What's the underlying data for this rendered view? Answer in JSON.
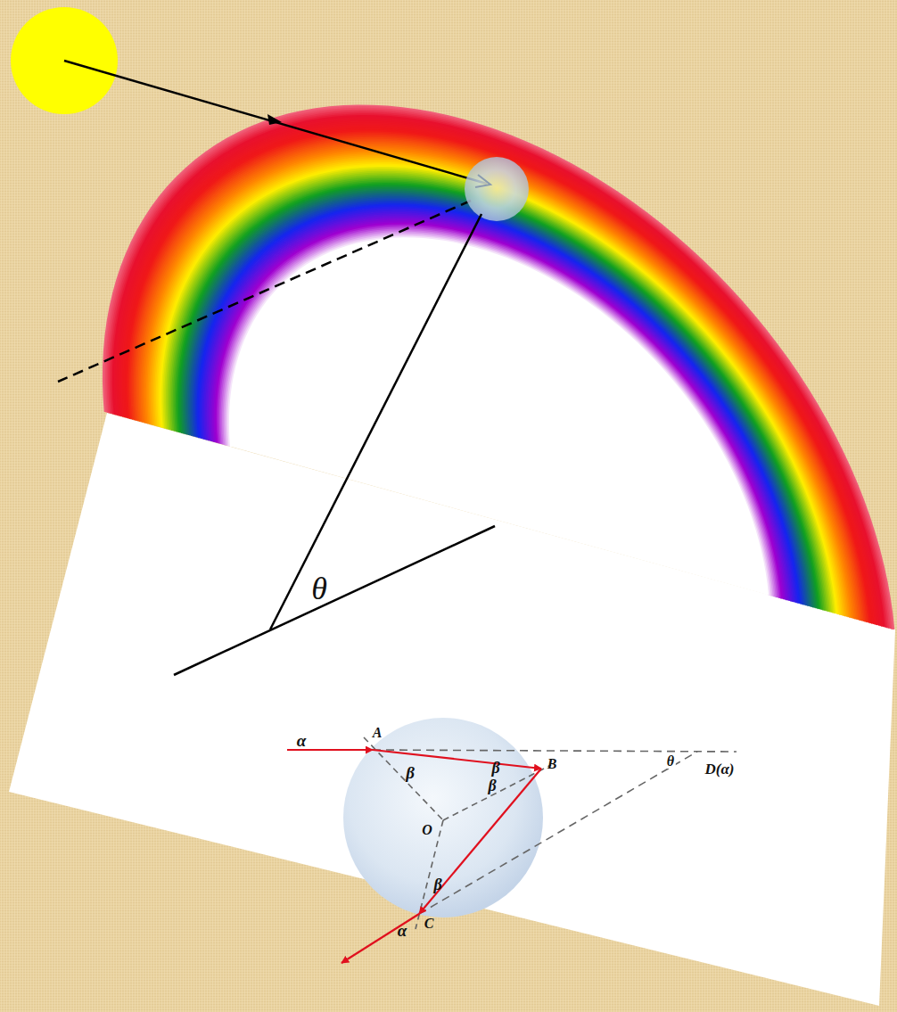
{
  "diagram": {
    "labels": [
      "θ",
      "α",
      "A",
      "β",
      "β",
      "B",
      "β",
      "O",
      "θ",
      "D(α)",
      "β",
      "C",
      "α"
    ]
  }
}
